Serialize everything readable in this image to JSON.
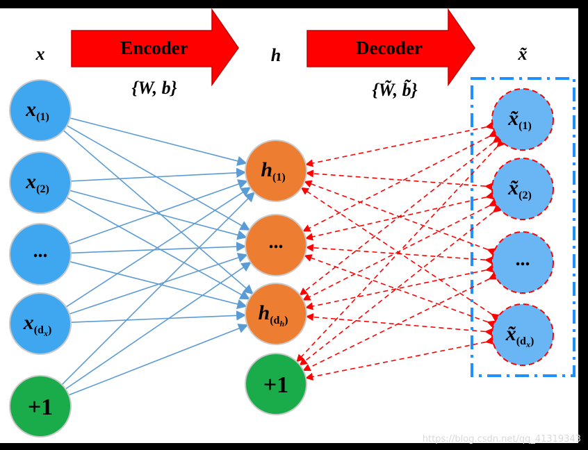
{
  "colors": {
    "input_node": "#3fa7f0",
    "hidden_node": "#ed7d31",
    "bias_node": "#1aab4a",
    "output_node": "#6ab6f4",
    "encoder_edge": "#5b9bd5",
    "decoder_edge": "#ff0000",
    "arrow_fill": "#ff0000",
    "dash_box": "#1e90ff"
  },
  "labels": {
    "input_layer": "x",
    "hidden_layer": "h",
    "output_layer": "x̃",
    "encoder": "Encoder",
    "decoder": "Decoder",
    "encoder_params": "{W, b}",
    "decoder_params": "{W̃, b̃}",
    "watermark": "https://blog.csdn.net/qq_41319343"
  },
  "input_nodes": [
    {
      "main": "x",
      "sub": "(1)"
    },
    {
      "main": "x",
      "sub": "(2)"
    },
    {
      "main": "...",
      "sub": ""
    },
    {
      "main": "x",
      "sub": "(d",
      "subsub": "x",
      "close": ")"
    },
    {
      "main": "+1",
      "sub": ""
    }
  ],
  "hidden_nodes": [
    {
      "main": "h",
      "sub": "(1)"
    },
    {
      "main": "...",
      "sub": ""
    },
    {
      "main": "h",
      "sub": "(d",
      "subsub": "h",
      "close": ")"
    },
    {
      "main": "+1",
      "sub": ""
    }
  ],
  "output_nodes": [
    {
      "main": "x̃",
      "sub": "(1)"
    },
    {
      "main": "x̃",
      "sub": "(2)"
    },
    {
      "main": "...",
      "sub": ""
    },
    {
      "main": "x̃",
      "sub": "(d",
      "subsub": "x",
      "close": ")"
    }
  ]
}
